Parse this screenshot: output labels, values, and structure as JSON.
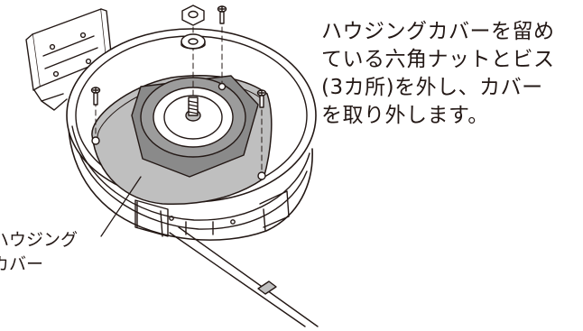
{
  "instruction": {
    "lines": [
      "ハウジングカバーを留め",
      "ている六角ナットとビス",
      "(3カ所)を外し、カバー",
      "を取り外します。"
    ]
  },
  "callout": {
    "line1": "ハウジング",
    "line2": "カバー"
  },
  "colors": {
    "stroke": "#231815",
    "housing_cover_fill": "#bfbfbf",
    "background": "#ffffff"
  }
}
